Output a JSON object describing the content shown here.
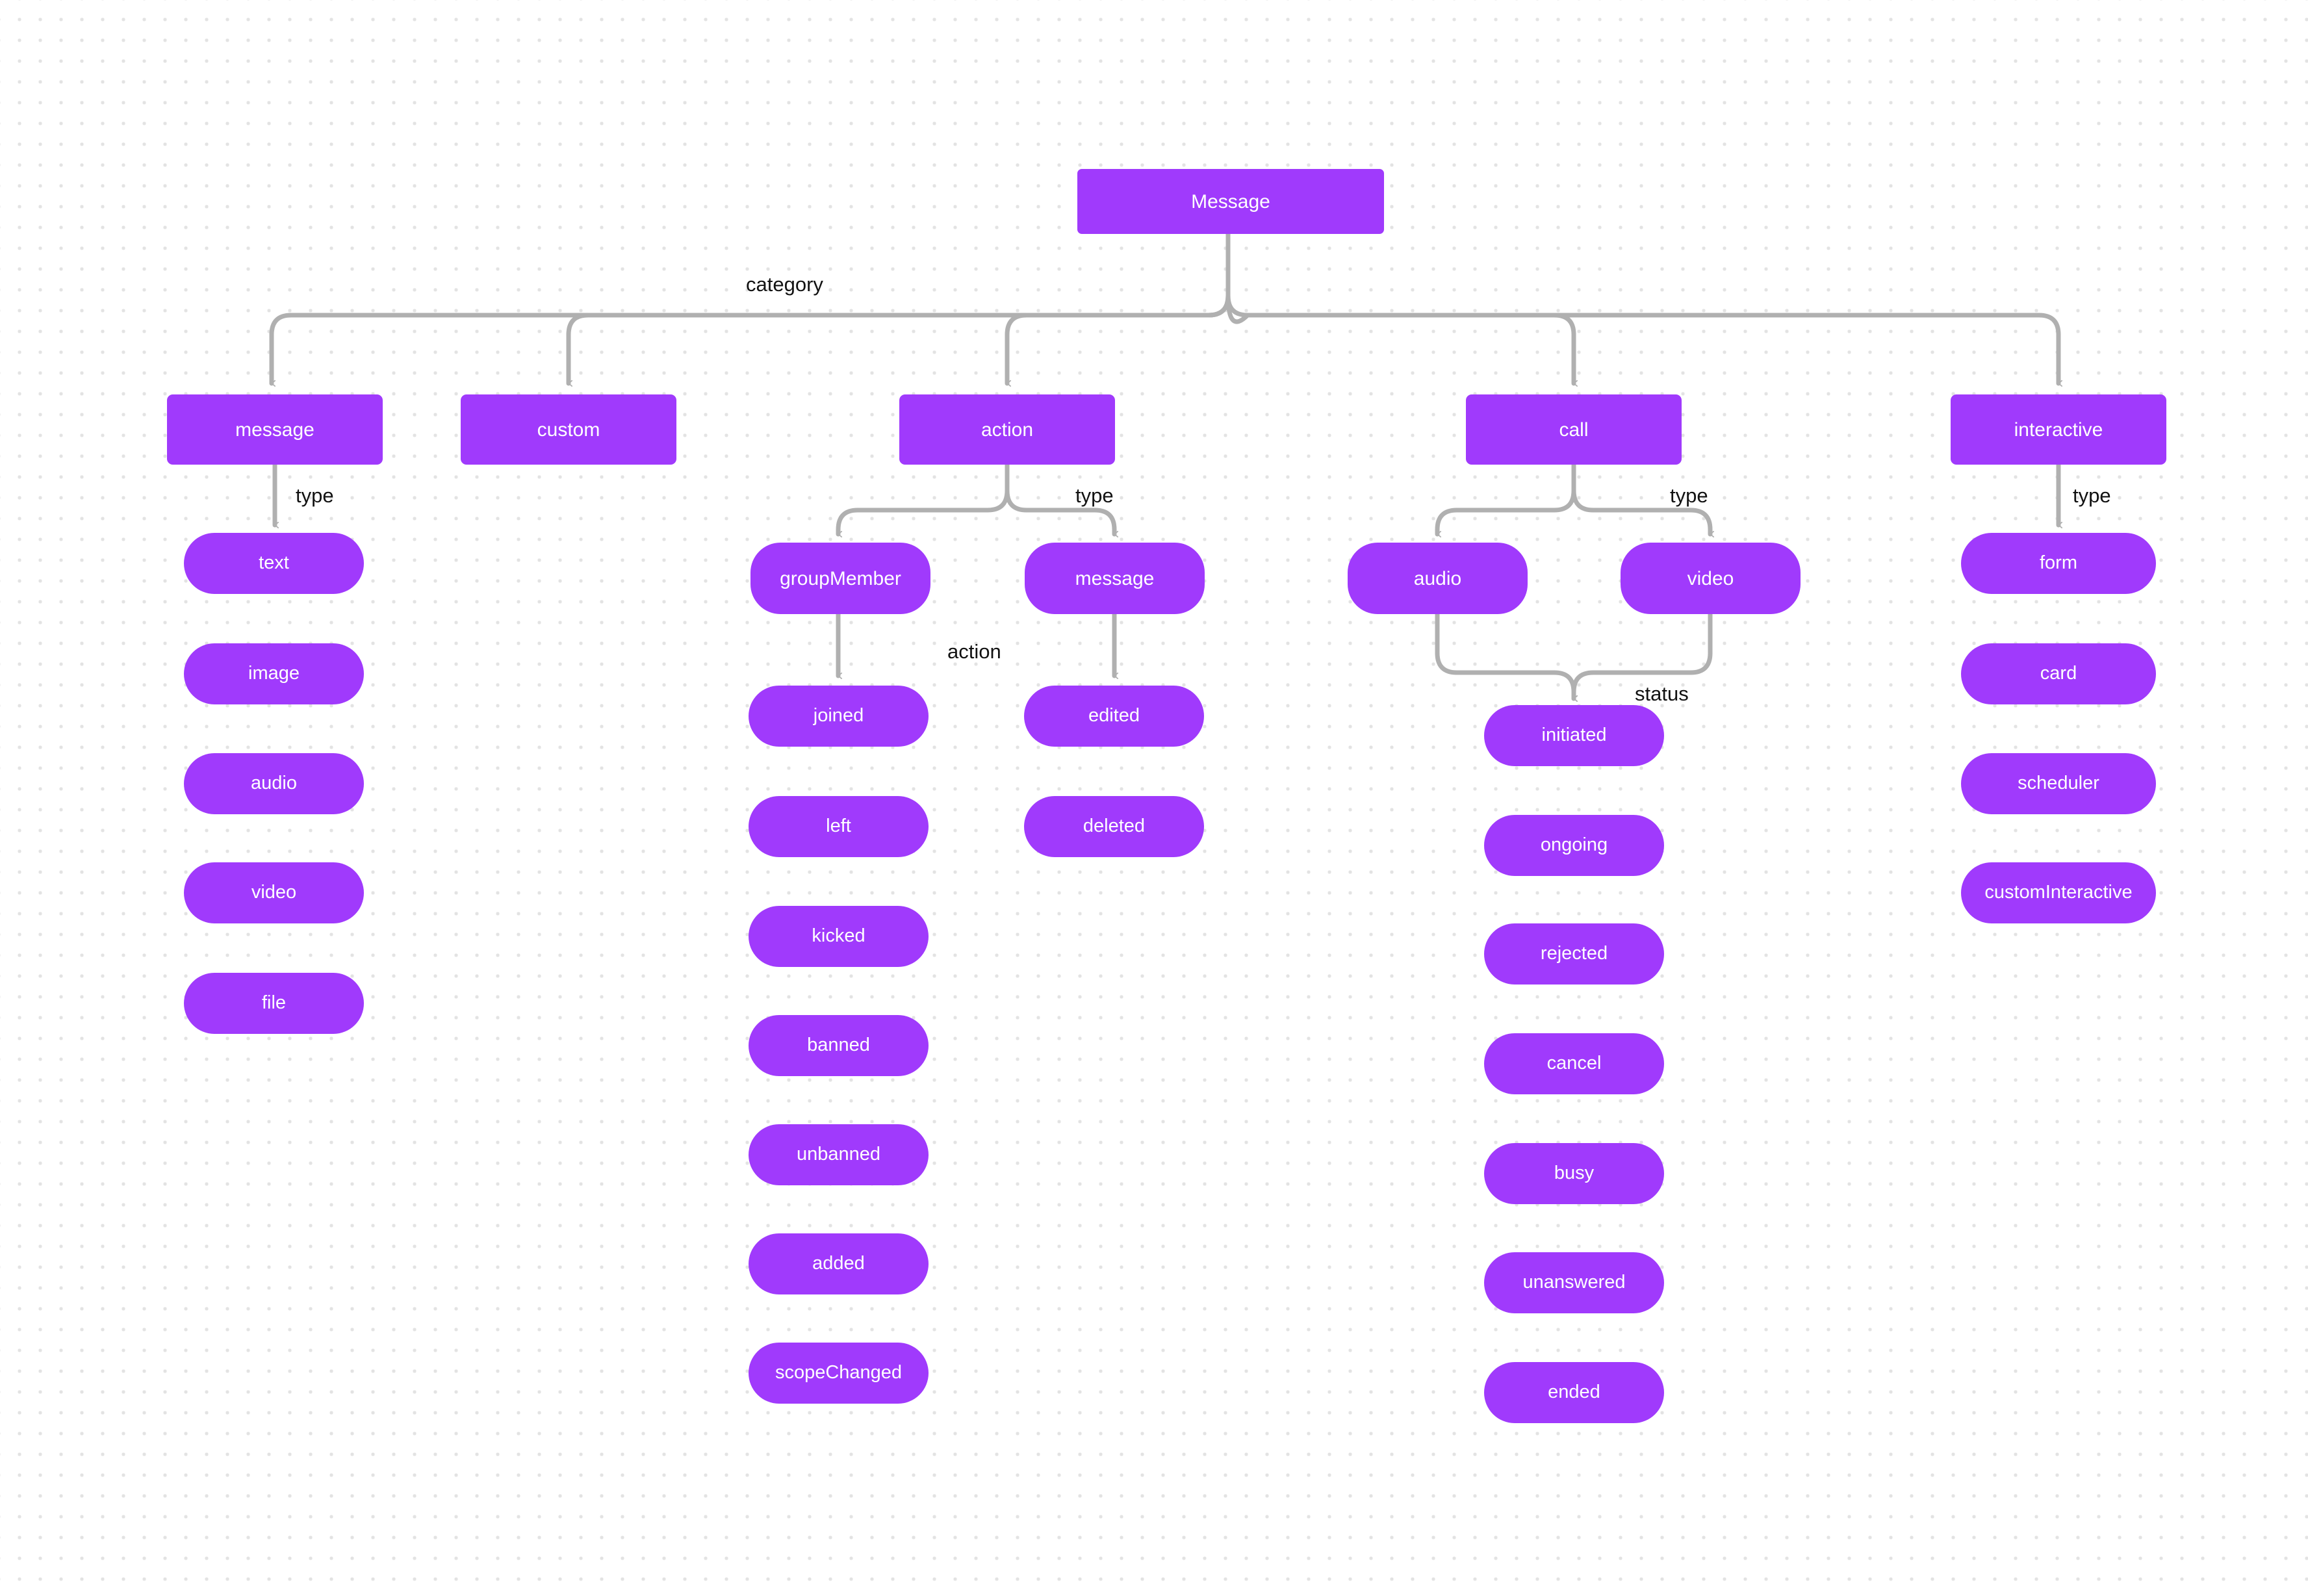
{
  "diagram": {
    "title": "Message",
    "type": "tree",
    "node_color": "#a03afc",
    "edge_color": "#b0b0b0",
    "label_color": "#121212",
    "background": "#ffffff",
    "dot_grid_color": "#e3e3e3"
  },
  "root": {
    "label": "Message"
  },
  "edge_labels": {
    "category": "category",
    "type_message": "type",
    "type_action": "type",
    "type_call": "type",
    "type_interactive": "type",
    "action": "action",
    "status": "status"
  },
  "categories": [
    {
      "id": "message",
      "label": "message"
    },
    {
      "id": "custom",
      "label": "custom"
    },
    {
      "id": "action",
      "label": "action"
    },
    {
      "id": "call",
      "label": "call"
    },
    {
      "id": "interactive",
      "label": "interactive"
    }
  ],
  "message_types": [
    {
      "label": "text"
    },
    {
      "label": "image"
    },
    {
      "label": "audio"
    },
    {
      "label": "video"
    },
    {
      "label": "file"
    }
  ],
  "action_types": [
    {
      "label": "groupMember"
    },
    {
      "label": "message"
    }
  ],
  "group_member_actions": [
    {
      "label": "joined"
    },
    {
      "label": "left"
    },
    {
      "label": "kicked"
    },
    {
      "label": "banned"
    },
    {
      "label": "unbanned"
    },
    {
      "label": "added"
    },
    {
      "label": "scopeChanged"
    }
  ],
  "message_actions": [
    {
      "label": "edited"
    },
    {
      "label": "deleted"
    }
  ],
  "call_types": [
    {
      "label": "audio"
    },
    {
      "label": "video"
    }
  ],
  "call_statuses": [
    {
      "label": "initiated"
    },
    {
      "label": "ongoing"
    },
    {
      "label": "rejected"
    },
    {
      "label": "cancel"
    },
    {
      "label": "busy"
    },
    {
      "label": "unanswered"
    },
    {
      "label": "ended"
    }
  ],
  "interactive_types": [
    {
      "label": "form"
    },
    {
      "label": "card"
    },
    {
      "label": "scheduler"
    },
    {
      "label": "customInteractive"
    }
  ]
}
